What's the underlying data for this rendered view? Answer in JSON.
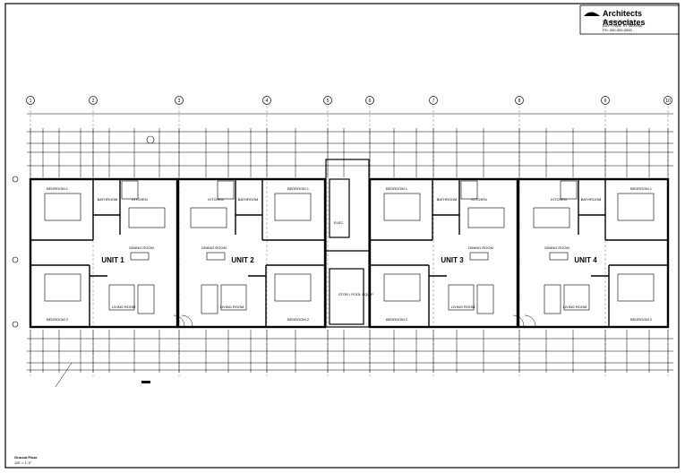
{
  "title_block": {
    "firm": "Architects Associates",
    "address_line1": "P.O. BOX 00-1000",
    "address_line2": "ANYTOWN, ST 0000000",
    "phone": "PH: 000-000-0000"
  },
  "grid_bubbles": [
    "1",
    "2",
    "3",
    "4",
    "5",
    "6",
    "7",
    "8",
    "9",
    "10"
  ],
  "units": [
    {
      "label": "UNIT 1",
      "bed_top": "BEDROOM 1",
      "bed_bottom": "BEDROOM 2",
      "bath": "BATHROOM",
      "kitchen": "KITCHEN",
      "dining": "DINING ROOM",
      "living": "LIVING ROOM"
    },
    {
      "label": "UNIT 2",
      "bed_top": "BEDROOM 1",
      "bed_bottom": "BEDROOM 2",
      "bath": "BATHROOM",
      "kitchen": "KITCHEN",
      "dining": "DINING ROOM",
      "living": "LIVING ROOM"
    },
    {
      "label": "UNIT 3",
      "bed_top": "BEDROOM 1",
      "bed_bottom": "BEDROOM 2",
      "bath": "BATHROOM",
      "kitchen": "KITCHEN",
      "dining": "DINING ROOM",
      "living": "LIVING ROOM"
    },
    {
      "label": "UNIT 4",
      "bed_top": "BEDROOM 1",
      "bed_bottom": "BEDROOM 2",
      "bath": "BATHROOM",
      "kitchen": "KITCHEN",
      "dining": "DINING ROOM",
      "living": "LIVING ROOM"
    }
  ],
  "core": {
    "elec": "ELEC.",
    "storage": "STOR / POOL EQUIP"
  },
  "sheet_label": {
    "name": "Ground Floor",
    "scale": "1/8\" = 1'-0\""
  }
}
